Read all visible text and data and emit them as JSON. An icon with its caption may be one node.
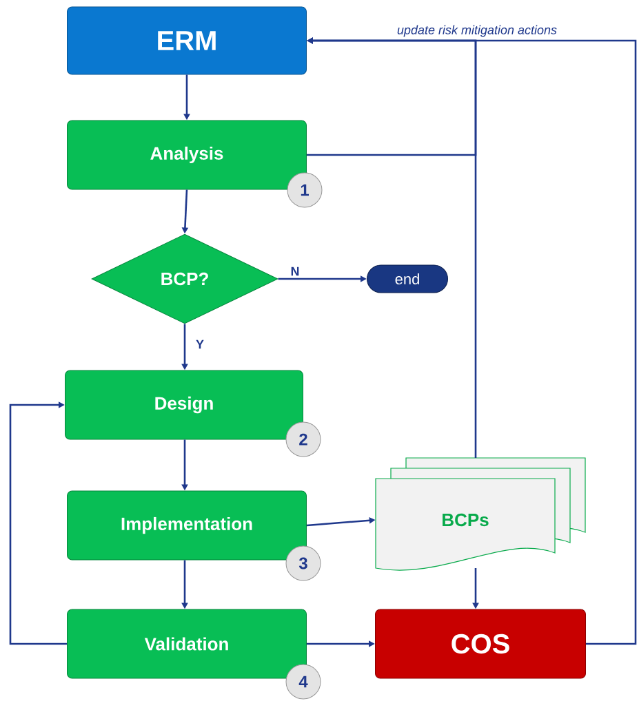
{
  "diagram": {
    "nodes": [
      {
        "text": [
          "ERM"
        ]
      },
      {
        "text": [
          "Analysis"
        ],
        "beside": [
          "1"
        ]
      },
      {
        "text": [
          "BCP?"
        ]
      },
      {
        "text": [
          "end"
        ]
      },
      {
        "text": [
          "Design"
        ],
        "beside": [
          "2"
        ]
      },
      {
        "text": [
          "Implementation"
        ],
        "beside": [
          "3"
        ]
      },
      {
        "text": [
          "Validation"
        ],
        "beside": [
          "4"
        ]
      },
      {
        "text": [
          "BCPs"
        ]
      },
      {
        "text": [
          "COS"
        ]
      }
    ],
    "edges": [
      {
        "from": 0,
        "to": 1,
        "arrow": "to"
      },
      {
        "from": 1,
        "to": 2,
        "arrow": "to"
      },
      {
        "from": 2,
        "to": 3,
        "arrow": "to",
        "label": "N"
      },
      {
        "from": 2,
        "to": 4,
        "arrow": "to",
        "label": "Y"
      },
      {
        "from": 4,
        "to": 5,
        "arrow": "to"
      },
      {
        "from": 5,
        "to": 6,
        "arrow": "to"
      },
      {
        "from": 5,
        "to": 7,
        "arrow": "to"
      },
      {
        "from": 6,
        "to": 8,
        "arrow": "to"
      },
      {
        "from": 7,
        "to": 8,
        "arrow": "to"
      },
      {
        "from": 6,
        "to": 4,
        "arrow": "to"
      },
      {
        "from": 1,
        "to": 0,
        "arrow": "to"
      },
      {
        "from": 7,
        "to": 0,
        "arrow": "to"
      },
      {
        "from": 8,
        "to": 0,
        "arrow": "to",
        "label": "update risk mitigation actions"
      }
    ]
  }
}
